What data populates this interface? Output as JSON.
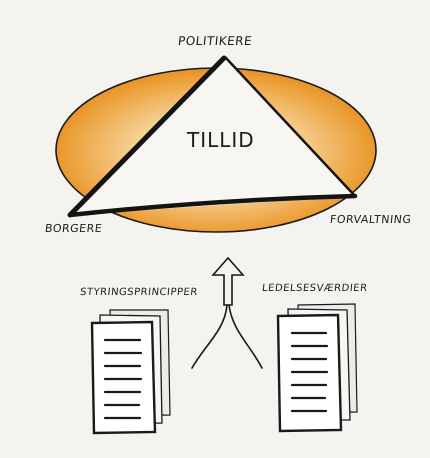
{
  "diagram": {
    "top_label": "POLITIKERE",
    "center_label": "TILLID",
    "left_label": "BORGERE",
    "right_label": "FORVALTNING",
    "doc_left_label": "STYRINGSPRINCIPPER",
    "doc_right_label": "LEDELSESVÆRDIER"
  },
  "colors": {
    "ellipse_outer": "#e79a2b",
    "ellipse_inner": "#f8e2b8",
    "ink": "#161616",
    "paper": "#f4f3f0"
  }
}
